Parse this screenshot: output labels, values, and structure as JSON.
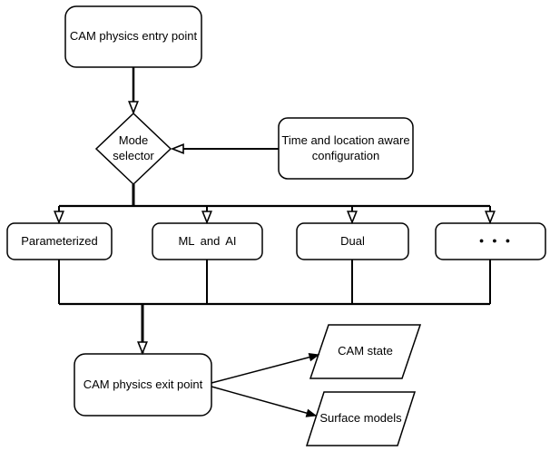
{
  "diagram": {
    "background": "#ffffff",
    "stroke_color": "#000000",
    "text_color": "#000000",
    "nodes": {
      "entry": {
        "label": "CAM physics entry point",
        "shape": "rounded-rectangle"
      },
      "mode_selector": {
        "label": "Mode selector",
        "shape": "decision-diamond"
      },
      "config": {
        "label": "Time and location aware configuration",
        "shape": "rounded-rectangle"
      },
      "parameterized": {
        "label": "Parameterized",
        "shape": "rounded-rectangle"
      },
      "ml_and_ai": {
        "label": "ML and AI",
        "shape": "rounded-rectangle"
      },
      "dual": {
        "label": "Dual",
        "shape": "rounded-rectangle"
      },
      "more_modes": {
        "label": "●●●",
        "shape": "rounded-rectangle"
      },
      "exit": {
        "label": "CAM physics exit point",
        "shape": "rounded-rectangle"
      },
      "cam_state": {
        "label": "CAM state",
        "shape": "parallelogram"
      },
      "surface_models": {
        "label": "Surface models",
        "shape": "parallelogram"
      }
    },
    "edges": [
      {
        "from": "entry",
        "to": "mode_selector",
        "arrow": "hollow-triangle"
      },
      {
        "from": "config",
        "to": "mode_selector",
        "arrow": "hollow-triangle"
      },
      {
        "from": "mode_selector",
        "to": "parameterized",
        "arrow": "hollow-triangle"
      },
      {
        "from": "mode_selector",
        "to": "ml_and_ai",
        "arrow": "hollow-triangle"
      },
      {
        "from": "mode_selector",
        "to": "dual",
        "arrow": "hollow-triangle"
      },
      {
        "from": "mode_selector",
        "to": "more_modes",
        "arrow": "hollow-triangle"
      },
      {
        "from": "parameterized",
        "to": "exit",
        "arrow": "hollow-triangle"
      },
      {
        "from": "ml_and_ai",
        "to": "exit",
        "arrow": "hollow-triangle"
      },
      {
        "from": "dual",
        "to": "exit",
        "arrow": "hollow-triangle"
      },
      {
        "from": "more_modes",
        "to": "exit",
        "arrow": "hollow-triangle"
      },
      {
        "from": "exit",
        "to": "cam_state",
        "arrow": "filled"
      },
      {
        "from": "exit",
        "to": "surface_models",
        "arrow": "filled"
      }
    ]
  }
}
